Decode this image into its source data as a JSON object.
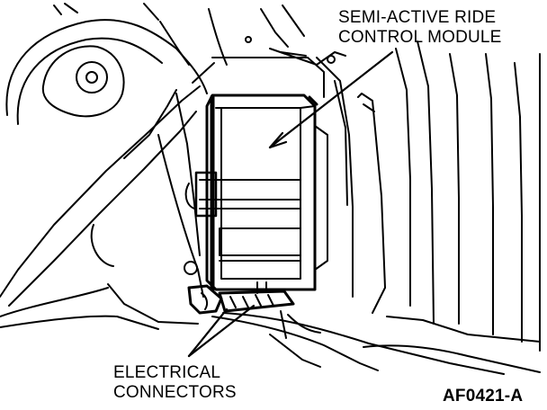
{
  "labels": {
    "module_line1": "SEMI-ACTIVE RIDE",
    "module_line2": "CONTROL MODULE",
    "connectors_line1": "ELECTRICAL",
    "connectors_line2": "CONNECTORS",
    "figure_id": "AF0421-A"
  },
  "colors": {
    "ink": "#000000",
    "paper": "#ffffff"
  }
}
